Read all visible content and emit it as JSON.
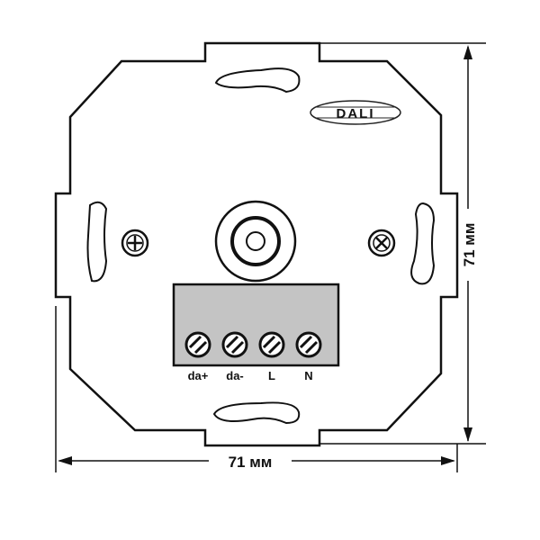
{
  "logo": {
    "text": "DALI"
  },
  "terminals": [
    {
      "label": "da+"
    },
    {
      "label": "da-"
    },
    {
      "label": "L"
    },
    {
      "label": "N"
    }
  ],
  "dimensions": {
    "width_label": "71 мм",
    "height_label": "71 мм"
  },
  "colors": {
    "line": "#111111",
    "terminal_block": "#c4c4c4"
  }
}
